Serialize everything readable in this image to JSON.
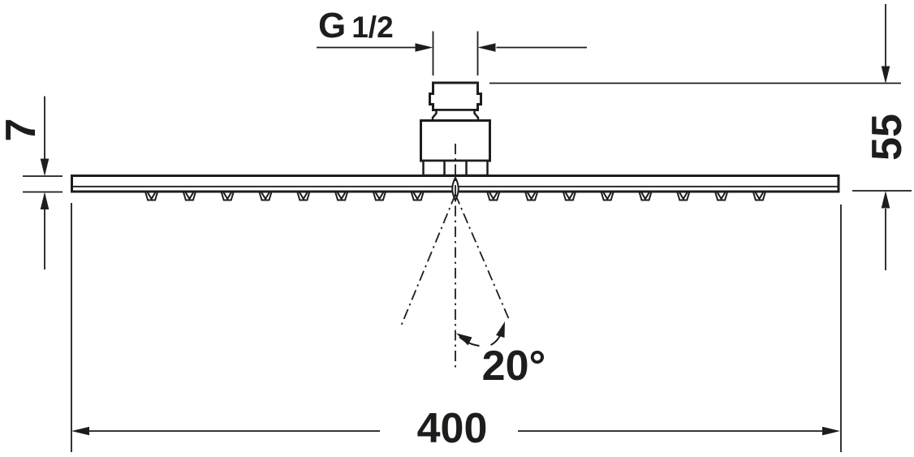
{
  "diagram": {
    "labels": {
      "thread_prefix": "G",
      "thread_size": "1/2",
      "plate_thickness": "7",
      "height": "55",
      "width": "400",
      "spray_angle": "20°"
    },
    "colors": {
      "line": "#1d1d1b",
      "background": "#ffffff"
    }
  }
}
